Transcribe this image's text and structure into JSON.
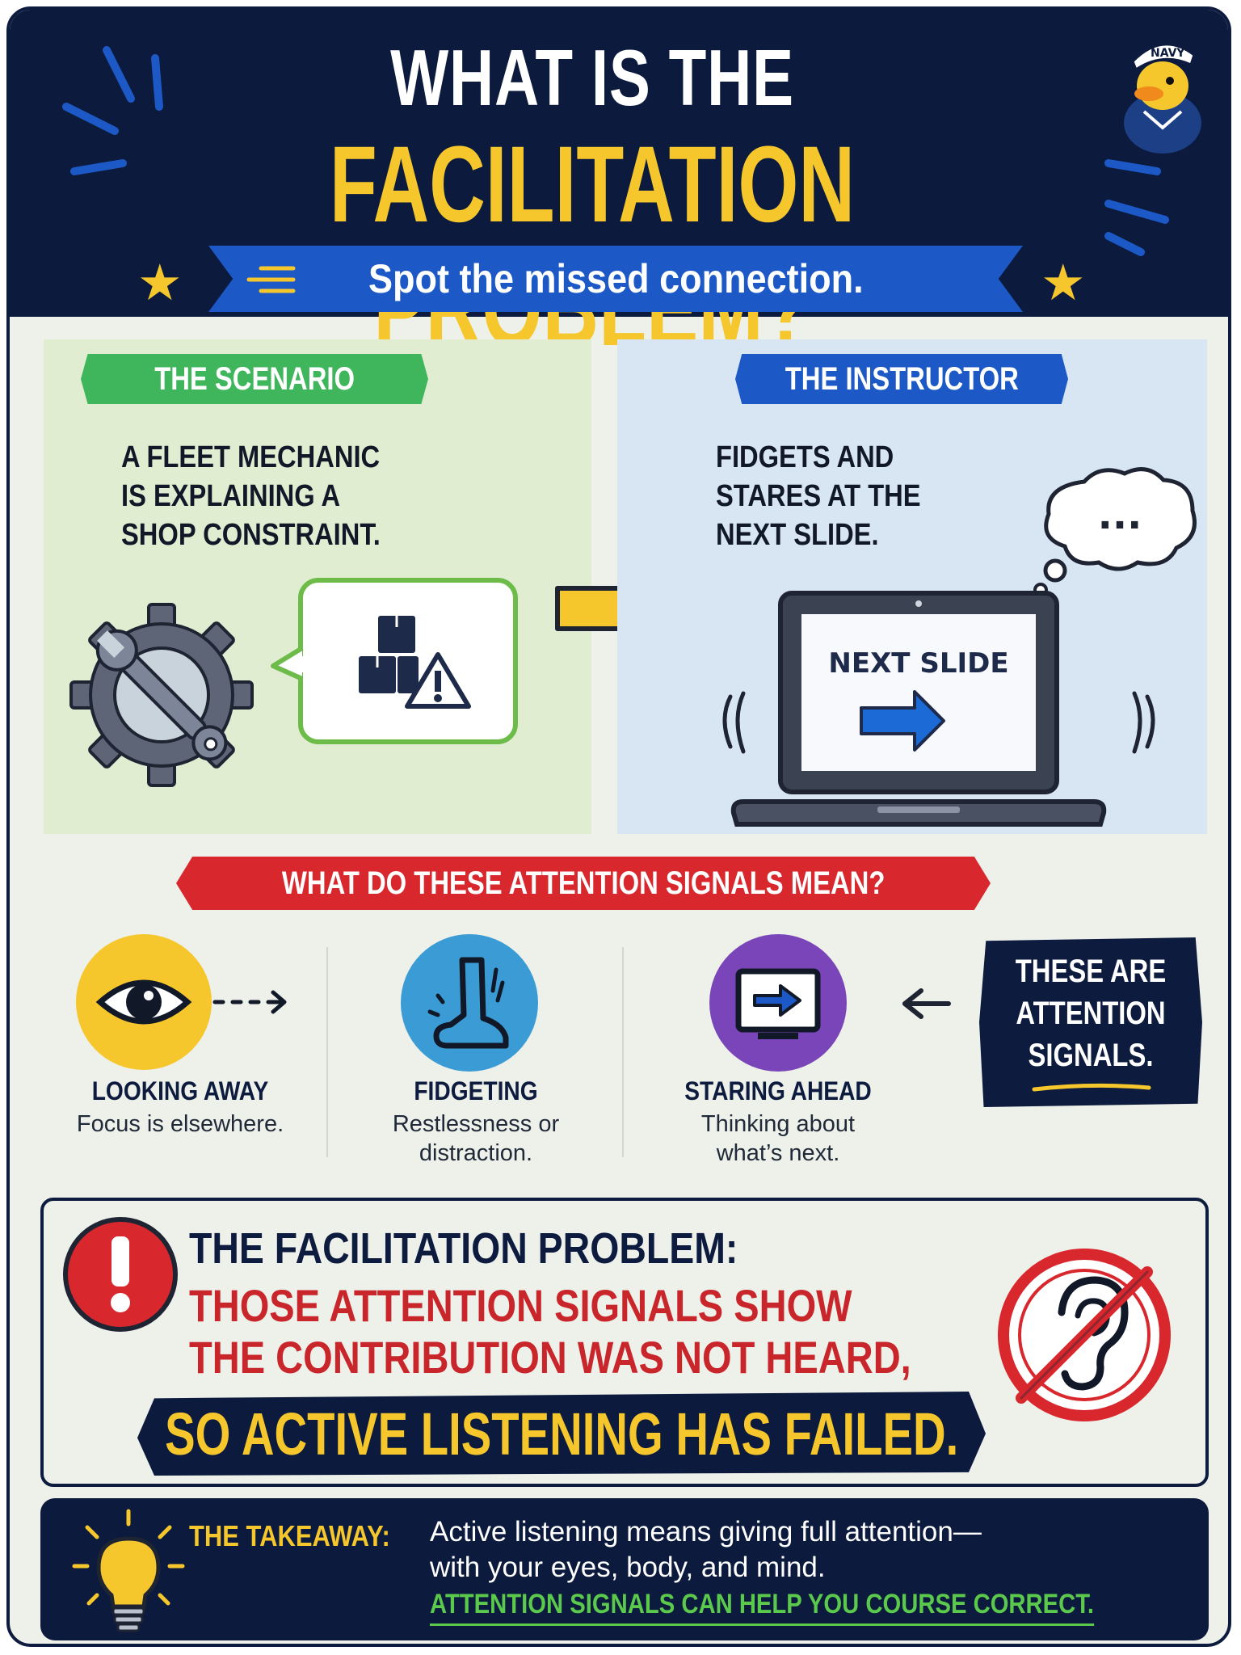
{
  "header": {
    "title_line1": "WHAT IS THE",
    "title_line2": "FACILITATION PROBLEM?",
    "subtitle": "Spot the missed connection.",
    "mascot_hat_text": "NAVY"
  },
  "scenario": {
    "tag": "THE SCENARIO",
    "lines": [
      "A FLEET MECHANIC",
      "IS EXPLAINING A",
      "SHOP CONSTRAINT."
    ]
  },
  "instructor": {
    "tag": "THE INSTRUCTOR",
    "lines": [
      "FIDGETS AND",
      "STARES AT THE",
      "NEXT SLIDE."
    ],
    "screen_label": "NEXT SLIDE",
    "thought_text": "..."
  },
  "signals": {
    "question": "WHAT DO THESE ATTENTION SIGNALS MEAN?",
    "items": [
      {
        "title": "LOOKING AWAY",
        "desc_lines": [
          "Focus is elsewhere."
        ]
      },
      {
        "title": "FIDGETING",
        "desc_lines": [
          "Restlessness or",
          "distraction."
        ]
      },
      {
        "title": "STARING AHEAD",
        "desc_lines": [
          "Thinking about",
          "what’s next."
        ]
      }
    ],
    "note_lines": [
      "THESE ARE",
      "ATTENTION",
      "SIGNALS."
    ]
  },
  "problem": {
    "heading": "THE FACILITATION PROBLEM:",
    "red_lines": [
      "THOSE ATTENTION SIGNALS SHOW",
      "THE CONTRIBUTION WAS NOT HEARD,"
    ],
    "conclusion": "SO ACTIVE LISTENING HAS FAILED."
  },
  "takeaway": {
    "label": "THE TAKEAWAY:",
    "body_lines": [
      "Active listening means giving full attention—",
      "with your eyes, body, and mind."
    ],
    "highlight": "ATTENTION SIGNALS CAN HELP YOU COURSE CORRECT."
  },
  "colors": {
    "navy": "#0b1a3d",
    "gold": "#f5c72c",
    "blue": "#1c59c6",
    "green": "#3fb55c",
    "red": "#d8282e",
    "purple": "#7a45b8"
  },
  "icons": [
    "mascot-duck-icon",
    "star-icon",
    "gear-wrench-icon",
    "boxes-warning-icon",
    "arrow-right-icon",
    "laptop-icon",
    "thought-bubble-icon",
    "eye-icon",
    "foot-icon",
    "monitor-arrow-icon",
    "alert-icon",
    "no-listening-ear-icon",
    "lightbulb-icon"
  ]
}
